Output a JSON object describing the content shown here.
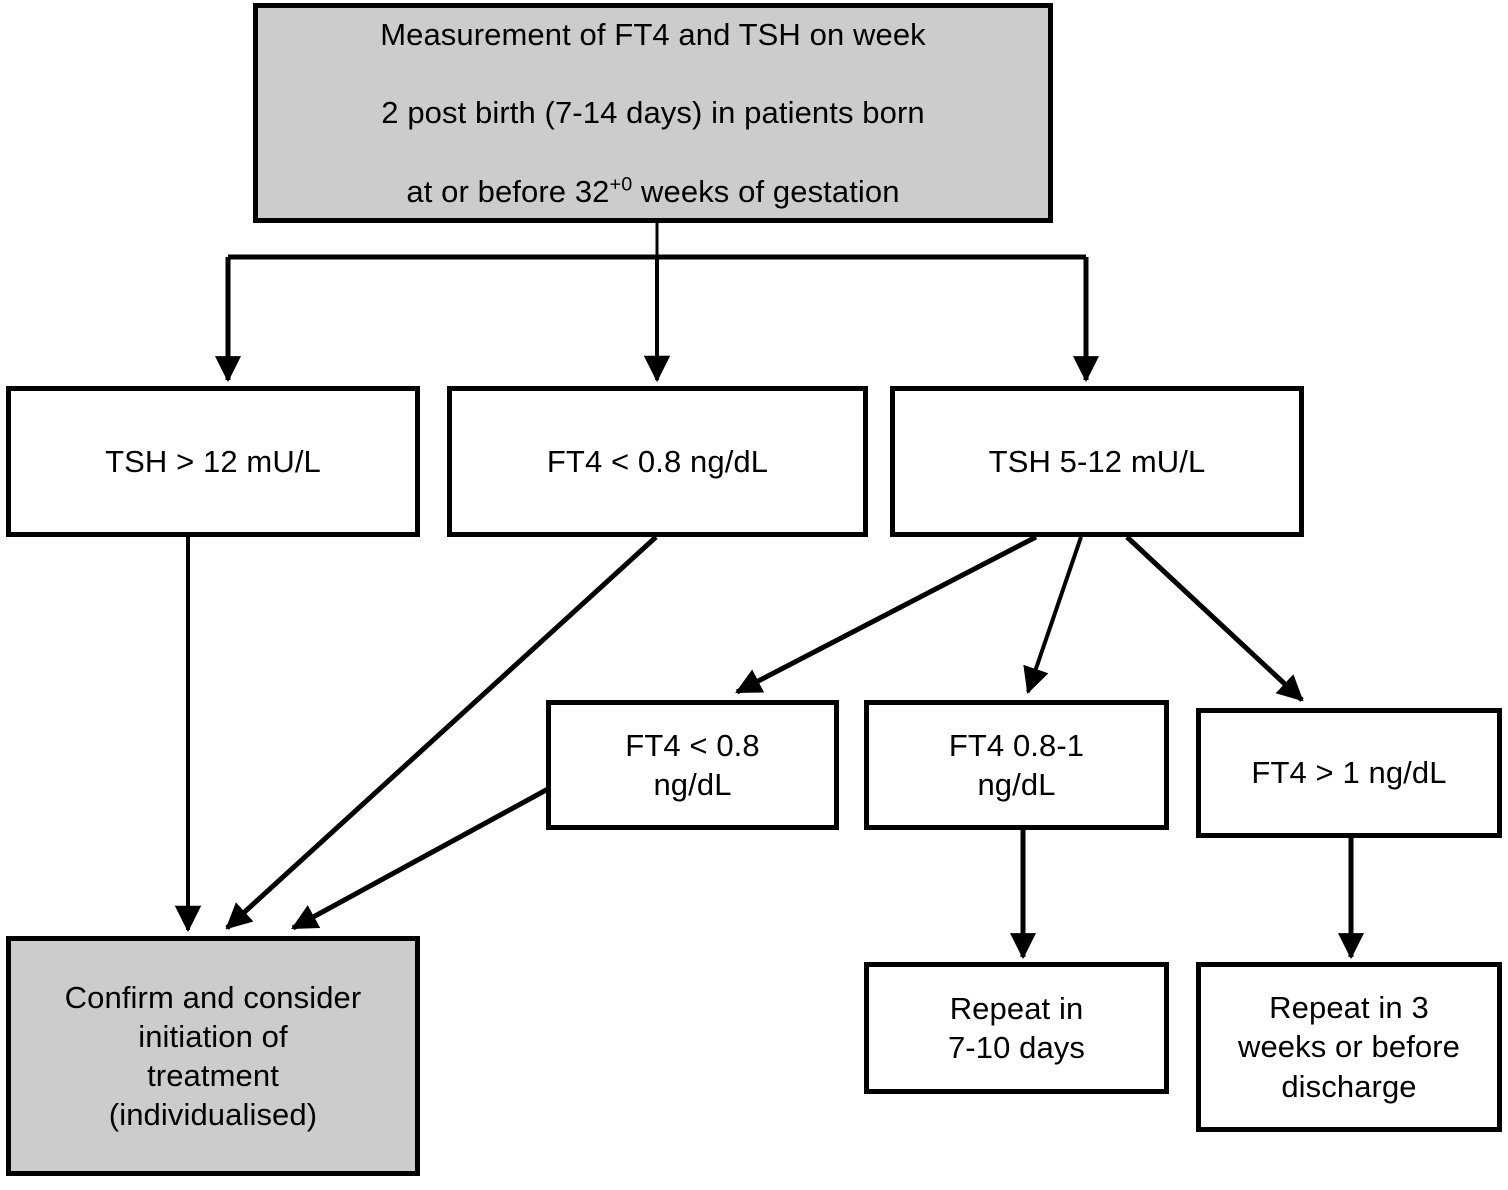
{
  "diagram": {
    "title": "Neonatal thyroid screening algorithm for preterm infants",
    "fill_color": "#cccccc",
    "stroke_color": "#000000",
    "background": "#ffffff",
    "type": "flowchart"
  },
  "nodes": {
    "start": {
      "id": "start",
      "label_line1": "Measurement of FT4 and TSH on week",
      "label_line2": "2 post birth (7-14 days) in patients born",
      "label_line3_a": "at or before 32",
      "label_line3_sup": "+0",
      "label_line3_b": " weeks of gestation",
      "style": "filled"
    },
    "tsh_high": {
      "id": "tsh-high",
      "label": "TSH > 12 mU/L",
      "style": "plain"
    },
    "ft4_low": {
      "id": "ft4-low",
      "label": "FT4 < 0.8 ng/dL",
      "style": "plain"
    },
    "tsh_mid": {
      "id": "tsh-mid",
      "label": "TSH 5-12 mU/L",
      "style": "plain"
    },
    "ft4_low_sub": {
      "id": "ft4-low-sub",
      "label": "FT4 < 0.8\nng/dL",
      "style": "plain"
    },
    "ft4_mid_sub": {
      "id": "ft4-mid-sub",
      "label": "FT4 0.8-1\nng/dL",
      "style": "plain"
    },
    "ft4_high_sub": {
      "id": "ft4-high-sub",
      "label": "FT4 > 1 ng/dL",
      "style": "plain"
    },
    "treat": {
      "id": "treat",
      "label": "Confirm and consider\ninitiation of\ntreatment\n(individualised)",
      "style": "filled"
    },
    "repeat_7_10": {
      "id": "repeat-7-10",
      "label": "Repeat in\n7-10 days",
      "style": "plain"
    },
    "repeat_3w": {
      "id": "repeat-3-weeks",
      "label": "Repeat in 3\nweeks or before\ndischarge",
      "style": "plain"
    }
  },
  "edges": [
    {
      "id": "start-to-tsh-high",
      "from": "start",
      "to": "tsh_high",
      "kind": "elbow"
    },
    {
      "id": "start-to-ft4-low",
      "from": "start",
      "to": "ft4_low",
      "kind": "straight"
    },
    {
      "id": "start-to-tsh-mid",
      "from": "start",
      "to": "tsh_mid",
      "kind": "elbow"
    },
    {
      "id": "tsh-high-to-treat",
      "from": "tsh_high",
      "to": "treat",
      "kind": "straight"
    },
    {
      "id": "ft4-low-to-treat",
      "from": "ft4_low",
      "to": "treat",
      "kind": "diagonal"
    },
    {
      "id": "tsh-mid-to-ft4-low-sub",
      "from": "tsh_mid",
      "to": "ft4_low_sub",
      "kind": "diagonal"
    },
    {
      "id": "tsh-mid-to-ft4-mid-sub",
      "from": "tsh_mid",
      "to": "ft4_mid_sub",
      "kind": "diagonal"
    },
    {
      "id": "tsh-mid-to-ft4-high-sub",
      "from": "tsh_mid",
      "to": "ft4_high_sub",
      "kind": "diagonal"
    },
    {
      "id": "ft4-low-sub-to-treat",
      "from": "ft4_low_sub",
      "to": "treat",
      "kind": "diagonal"
    },
    {
      "id": "ft4-mid-sub-to-repeat",
      "from": "ft4_mid_sub",
      "to": "repeat_7_10",
      "kind": "straight"
    },
    {
      "id": "ft4-high-sub-to-repeat",
      "from": "ft4_high_sub",
      "to": "repeat_3w",
      "kind": "straight"
    }
  ]
}
